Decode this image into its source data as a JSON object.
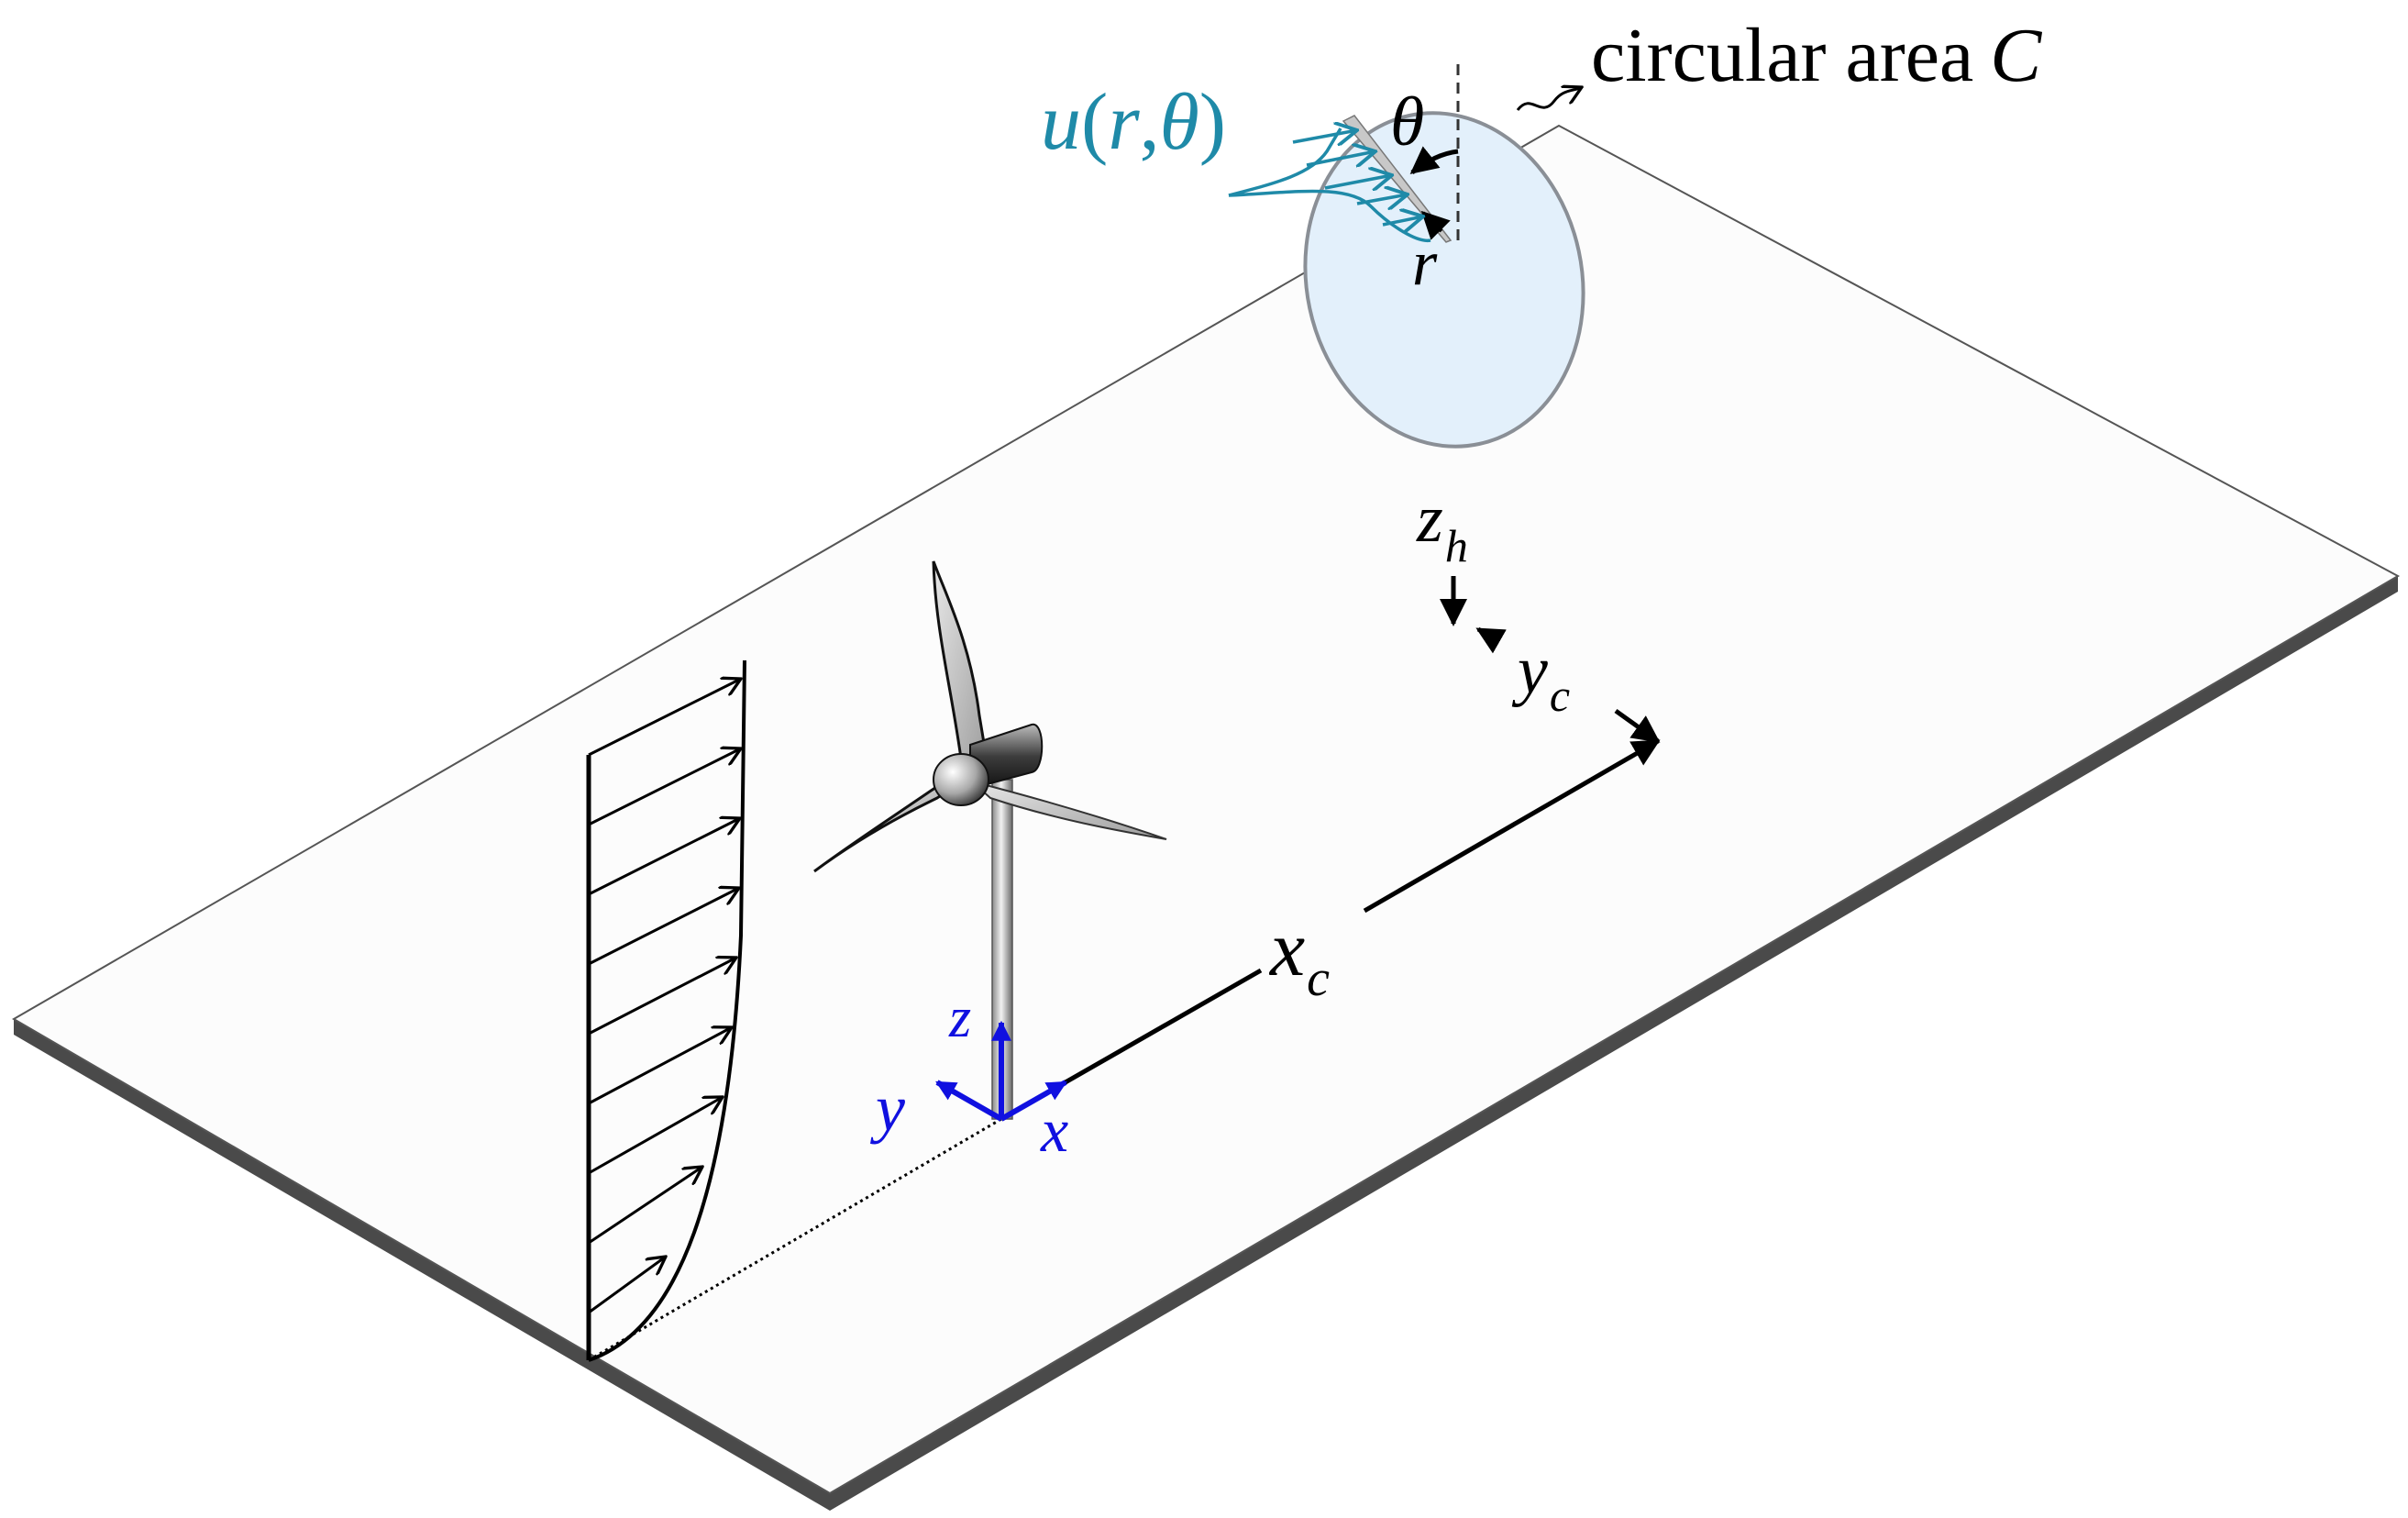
{
  "labels": {
    "circular_area": "circular area",
    "circular_area_symbol": "C",
    "velocity_fn": "u",
    "velocity_open": "(",
    "velocity_r": "r",
    "velocity_comma": ",",
    "velocity_theta": "θ",
    "velocity_close": ")",
    "theta": "θ",
    "r": "r",
    "z_h_base": "z",
    "z_h_sub": "h",
    "y_c_base": "y",
    "y_c_sub": "c",
    "x_c_base": "x",
    "x_c_sub": "c",
    "axis_z": "z",
    "axis_y": "y",
    "axis_x": "x"
  },
  "colors": {
    "ground_fill": "#fcfcfc",
    "ground_edge": "#4a4a4a",
    "disk_fill": "#e3f0fb",
    "disk_stroke": "#8a8f96",
    "velocity_color": "#1f8aa8",
    "axis_color": "#1010e0",
    "line_color": "#000000"
  }
}
